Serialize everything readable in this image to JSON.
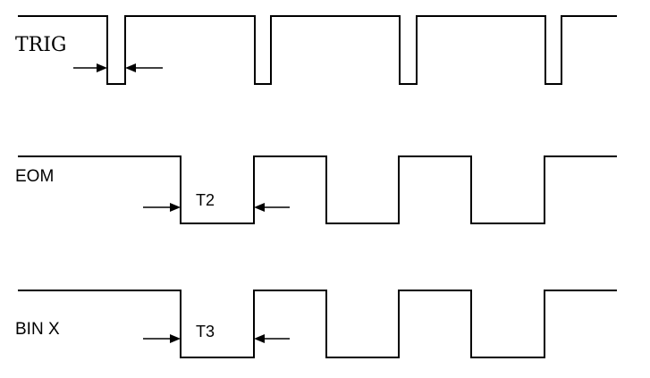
{
  "signals": [
    {
      "id": "trig",
      "label": "TRIG"
    },
    {
      "id": "eom",
      "label": "EOM"
    },
    {
      "id": "bin",
      "label": "BIN X"
    }
  ],
  "timings": [
    {
      "id": "t2",
      "label": "T2"
    },
    {
      "id": "t3",
      "label": "T3"
    }
  ]
}
